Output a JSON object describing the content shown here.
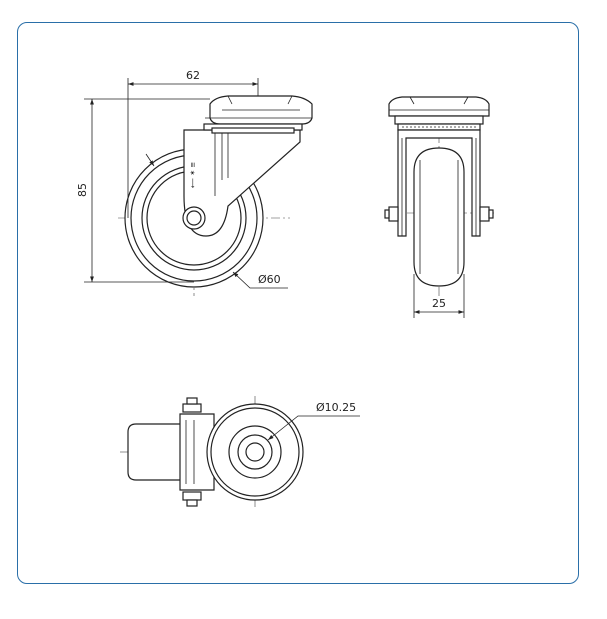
{
  "dimensions": {
    "width_total": "62",
    "height_total": "85",
    "wheel_diameter": "Ø60",
    "wheel_width": "25",
    "bolt_hole_diameter": "Ø10.25"
  },
  "colors": {
    "frame_border": "#2a6fa8",
    "line": "#222222"
  }
}
